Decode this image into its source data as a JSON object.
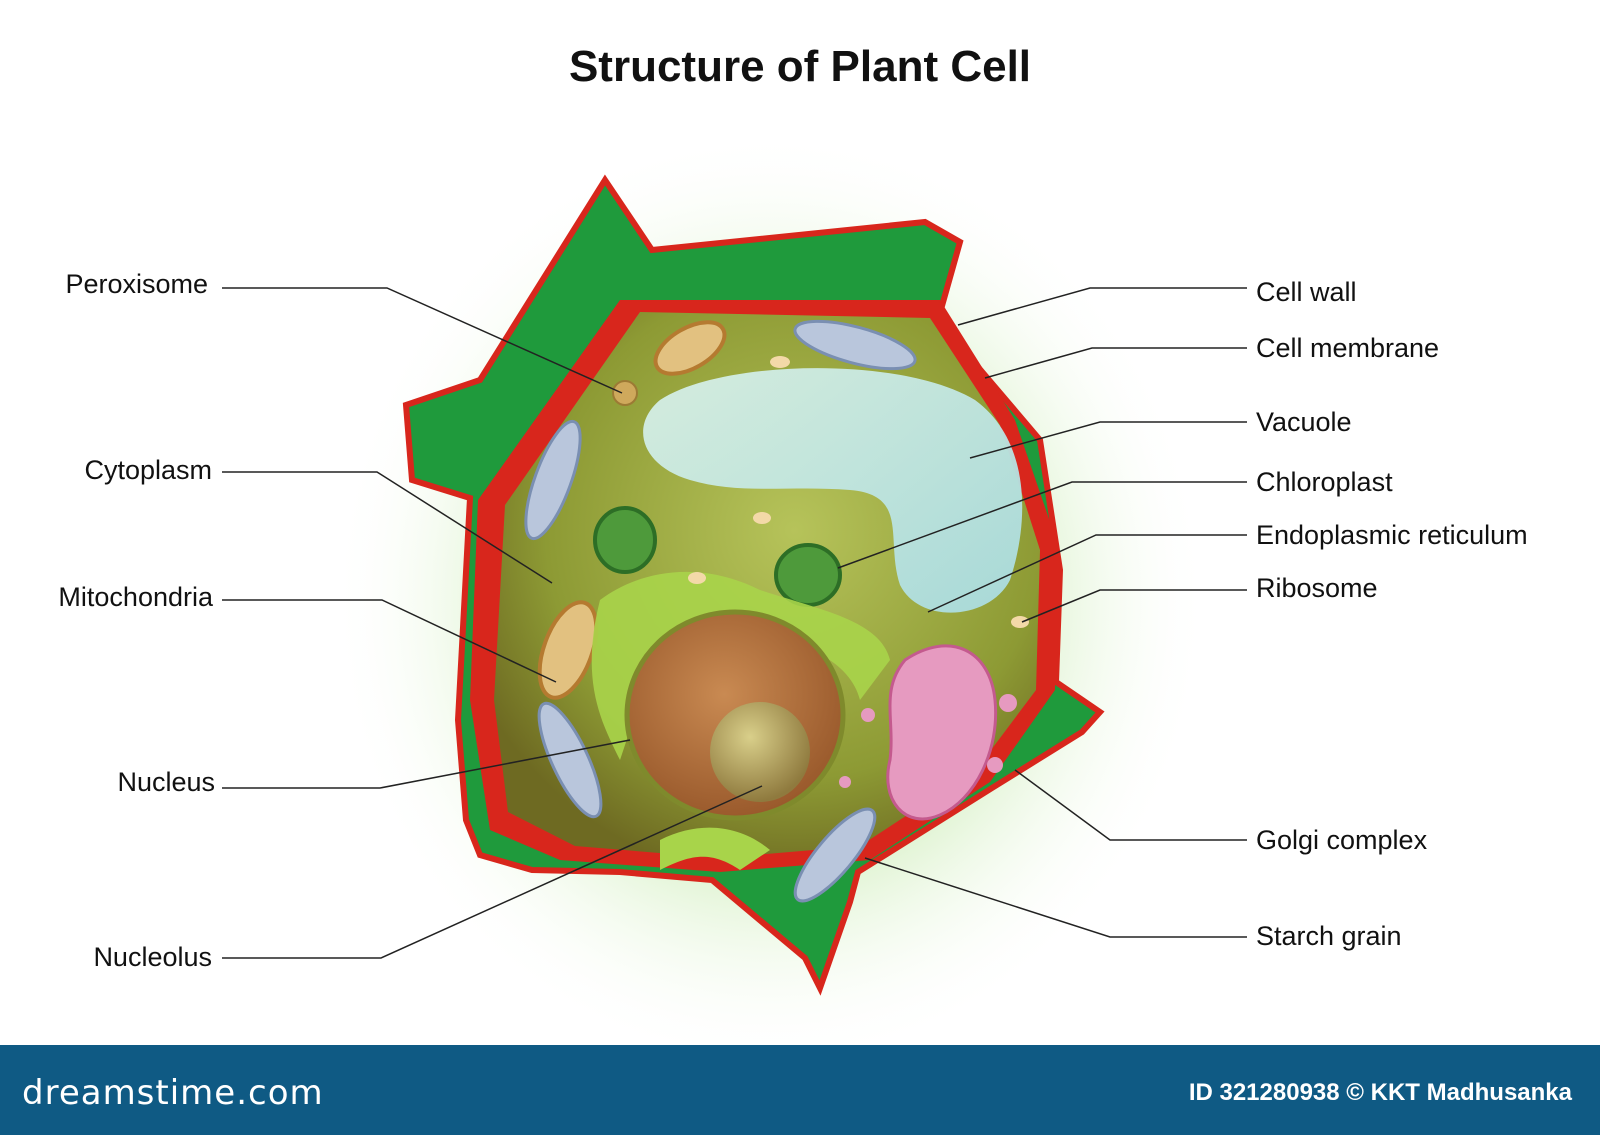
{
  "title": "Structure of Plant Cell",
  "labels_left": {
    "peroxisome": "Peroxisome",
    "cytoplasm": "Cytoplasm",
    "mitochondria": "Mitochondria",
    "nucleus": "Nucleus",
    "nucleolus": "Nucleolus"
  },
  "labels_right": {
    "cell_wall": "Cell wall",
    "cell_membrane": "Cell membrane",
    "vacuole": "Vacuole",
    "chloroplast": "Chloroplast",
    "endoplasmic_reticulum": "Endoplasmic reticulum",
    "ribosome": "Ribosome",
    "golgi_complex": "Golgi complex",
    "starch_grain": "Starch grain"
  },
  "footer": {
    "brand": "dreamstime.com",
    "credit": "ID 321280938 © KKT Madhusanka"
  },
  "colors": {
    "cell_wall_green": "#1f9a3c",
    "cell_wall_red": "#d8261c",
    "cytoplasm": "#8d9a34",
    "vacuole": "#bfe6e0",
    "nucleus": "#b0713a",
    "golgi": "#e69ac0",
    "footer_bg": "#0f5a84"
  }
}
